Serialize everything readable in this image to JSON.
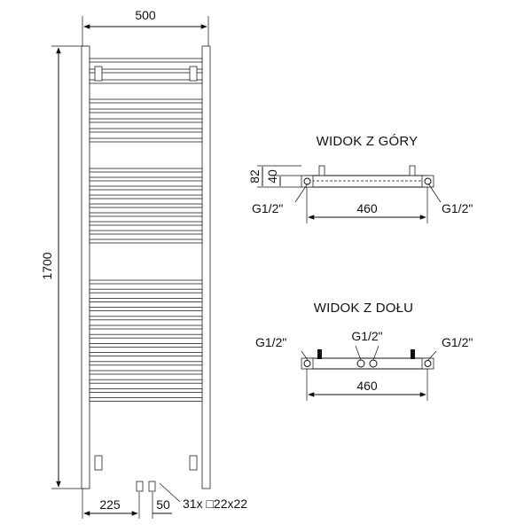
{
  "front_view": {
    "width_label": "500",
    "height_label": "1700",
    "offset_left_label": "225",
    "pipe_spacing_label": "50",
    "bars_label": "31x □22x22",
    "bar_count": 31
  },
  "top_view": {
    "title": "WIDOK Z GÓRY",
    "depth_outer_label": "82",
    "depth_inner_label": "40",
    "spacing_label": "460",
    "left_connection_label": "G1/2\"",
    "right_connection_label": "G1/2\""
  },
  "bottom_view": {
    "title": "WIDOK Z DOŁU",
    "spacing_label": "460",
    "left_connection_label": "G1/2\"",
    "center_connection_label": "G1/2\"",
    "right_connection_label": "G1/2\""
  }
}
